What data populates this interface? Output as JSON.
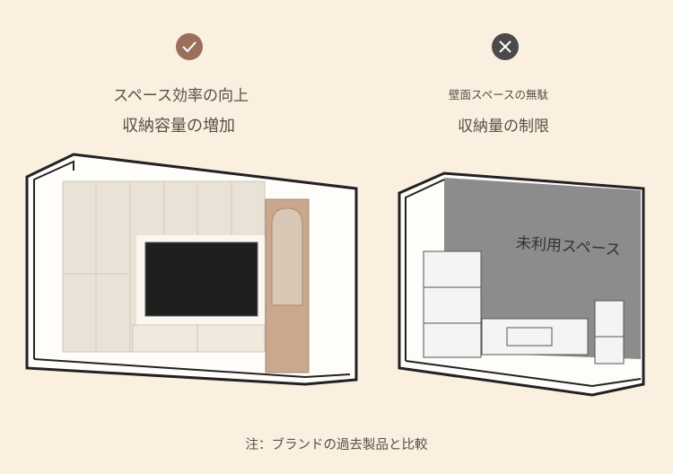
{
  "good": {
    "icon": "check-icon",
    "line1": "スペース効率の向上",
    "line2": "収納容量の増加",
    "color": "#9a705d"
  },
  "bad": {
    "icon": "cross-icon",
    "line1": "壁面スペースの無駄",
    "line2": "収納量の制限",
    "color": "#4a4a4a",
    "unused_label": "未利用スペース"
  },
  "note": "注：ブランドの過去製品と比較"
}
